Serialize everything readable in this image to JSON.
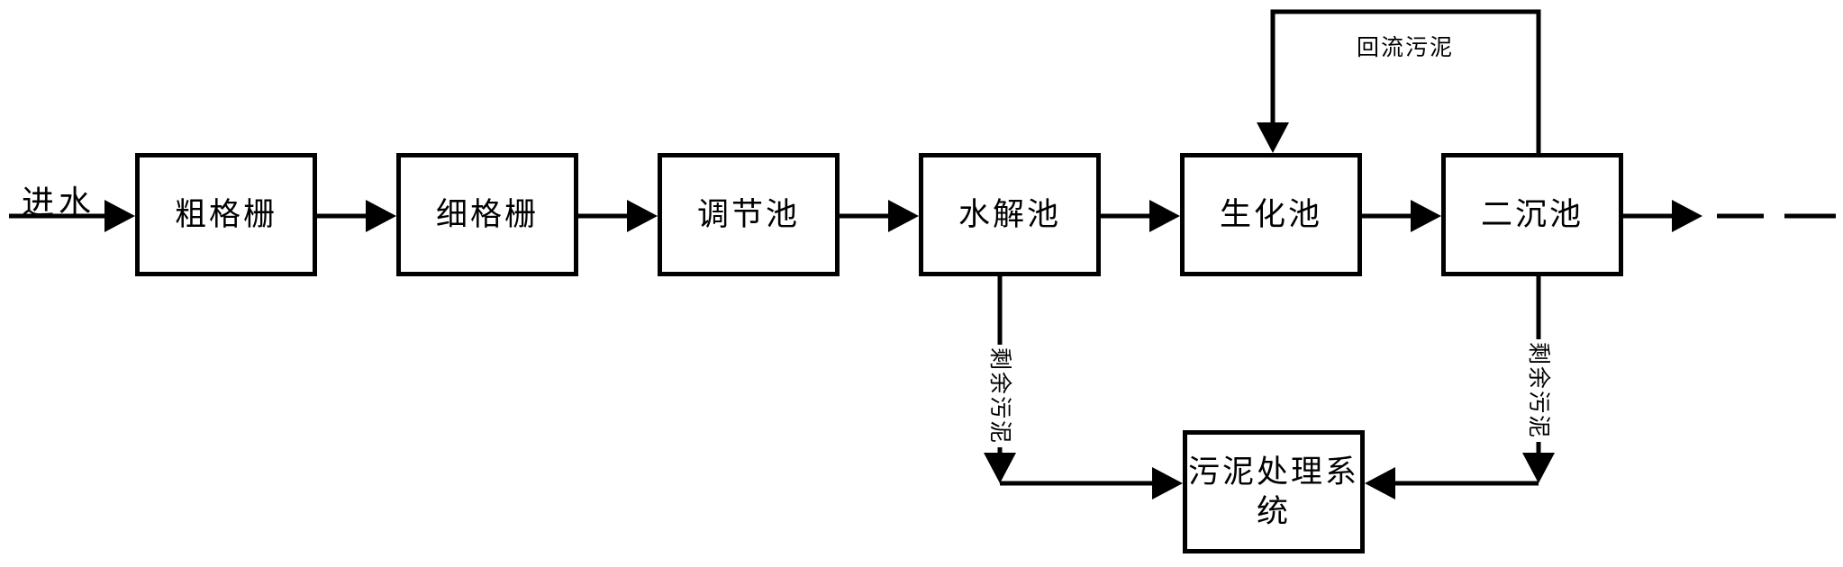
{
  "diagram": {
    "type": "flowchart",
    "direction": "left-to-right",
    "colors": {
      "line": "#000000",
      "background": "#ffffff",
      "text": "#000000"
    },
    "nodes": [
      {
        "id": "coarse-screen",
        "label": "粗格栅"
      },
      {
        "id": "fine-screen",
        "label": "细格栅"
      },
      {
        "id": "regulating-tank",
        "label": "调节池"
      },
      {
        "id": "hydrolysis-tank",
        "label": "水解池"
      },
      {
        "id": "biochemical-tank",
        "label": "生化池"
      },
      {
        "id": "secondary-sedimentation-tank",
        "label": "二沉池"
      },
      {
        "id": "sludge-treatment-system",
        "label": "污泥处理系统"
      }
    ],
    "edge_labels": {
      "inflow": "进水",
      "return_sludge": "回流污泥",
      "surplus_sludge_left": "剩余污泥",
      "surplus_sludge_right": "剩余污泥"
    },
    "flows": [
      {
        "from": "influent",
        "to": "coarse-screen",
        "label": "进水"
      },
      {
        "from": "coarse-screen",
        "to": "fine-screen",
        "label": ""
      },
      {
        "from": "fine-screen",
        "to": "regulating-tank",
        "label": ""
      },
      {
        "from": "regulating-tank",
        "to": "hydrolysis-tank",
        "label": ""
      },
      {
        "from": "hydrolysis-tank",
        "to": "biochemical-tank",
        "label": ""
      },
      {
        "from": "biochemical-tank",
        "to": "secondary-sedimentation-tank",
        "label": ""
      },
      {
        "from": "secondary-sedimentation-tank",
        "to": "effluent",
        "label": ""
      },
      {
        "from": "secondary-sedimentation-tank",
        "to": "biochemical-tank",
        "label": "回流污泥"
      },
      {
        "from": "hydrolysis-tank",
        "to": "sludge-treatment-system",
        "label": "剩余污泥"
      },
      {
        "from": "secondary-sedimentation-tank",
        "to": "sludge-treatment-system",
        "label": "剩余污泥"
      }
    ]
  }
}
